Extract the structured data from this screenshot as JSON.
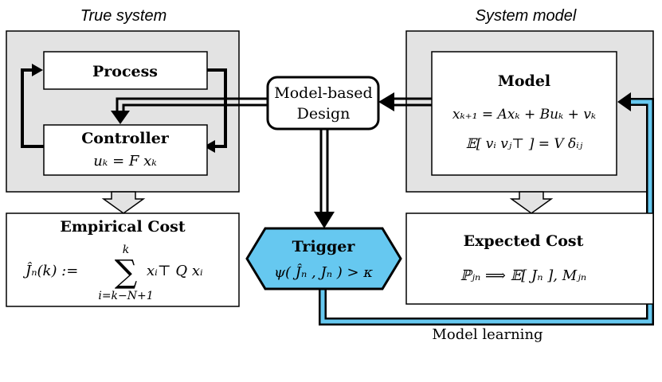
{
  "panels": {
    "true_system": {
      "title": "True system"
    },
    "system_model": {
      "title": "System model"
    }
  },
  "blocks": {
    "process": {
      "label": "Process"
    },
    "controller": {
      "label": "Controller",
      "equation": "uₖ = F xₖ"
    },
    "model_based_design": {
      "line1": "Model-based",
      "line2": "Design"
    },
    "model": {
      "label": "Model",
      "equation1": "xₖ₊₁ = Axₖ + Buₖ + vₖ",
      "equation2": "𝔼[ vᵢ vⱼ⊤ ] = V δᵢⱼ"
    },
    "empirical_cost": {
      "label": "Empirical Cost",
      "lhs": "Ĵₙ(k) :=",
      "sum_top": "k",
      "sum_symbol": "∑",
      "summand": "xᵢ⊤ Q xᵢ",
      "sum_bottom": "i=k−N+1"
    },
    "trigger": {
      "label": "Trigger",
      "condition": "ψ( Ĵₙ , Jₙ ) > κ"
    },
    "expected_cost": {
      "label": "Expected Cost",
      "equation": "ℙⱼₙ  ⟹  𝔼[ Jₙ ], Mⱼₙ"
    }
  },
  "edges": {
    "model_learning": {
      "label": "Model learning"
    }
  },
  "colors": {
    "panel_fill": "#e3e3e3",
    "trigger_fill": "#66c8f0",
    "learning_path": "#66c8f0",
    "stroke": "#000000"
  }
}
